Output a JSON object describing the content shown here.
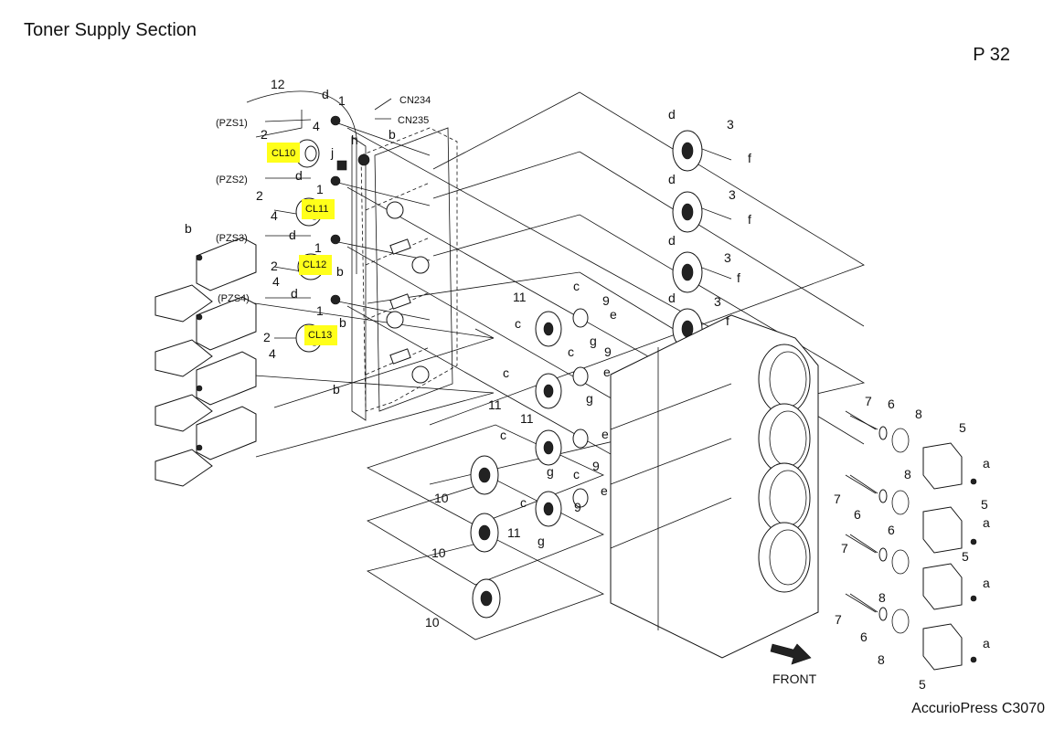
{
  "header": {
    "title": "Toner Supply Section",
    "page_number": "P 32"
  },
  "footer": {
    "model": "AccurioPress C3070"
  },
  "front_label": "FRONT",
  "labels": {
    "n1": "1",
    "n2": "2",
    "n3": "3",
    "n4": "4",
    "n5": "5",
    "n6": "6",
    "n7": "7",
    "n8": "8",
    "n9": "9",
    "n10": "10",
    "n11": "11",
    "n12": "12",
    "a": "a",
    "b": "b",
    "c": "c",
    "d": "d",
    "e": "e",
    "f": "f",
    "g": "g",
    "h": "h",
    "j": "j",
    "cn234": "CN234",
    "cn235": "CN235",
    "pzs1": "(PZS1)",
    "pzs2": "(PZS2)",
    "pzs3": "(PZS3)",
    "pzs4": "(PZS4)",
    "cl10": "CL10",
    "cl11": "CL11",
    "cl12": "CL12",
    "cl13": "CL13"
  },
  "colors": {
    "highlight": "#ffff1a",
    "line": "#111111"
  }
}
